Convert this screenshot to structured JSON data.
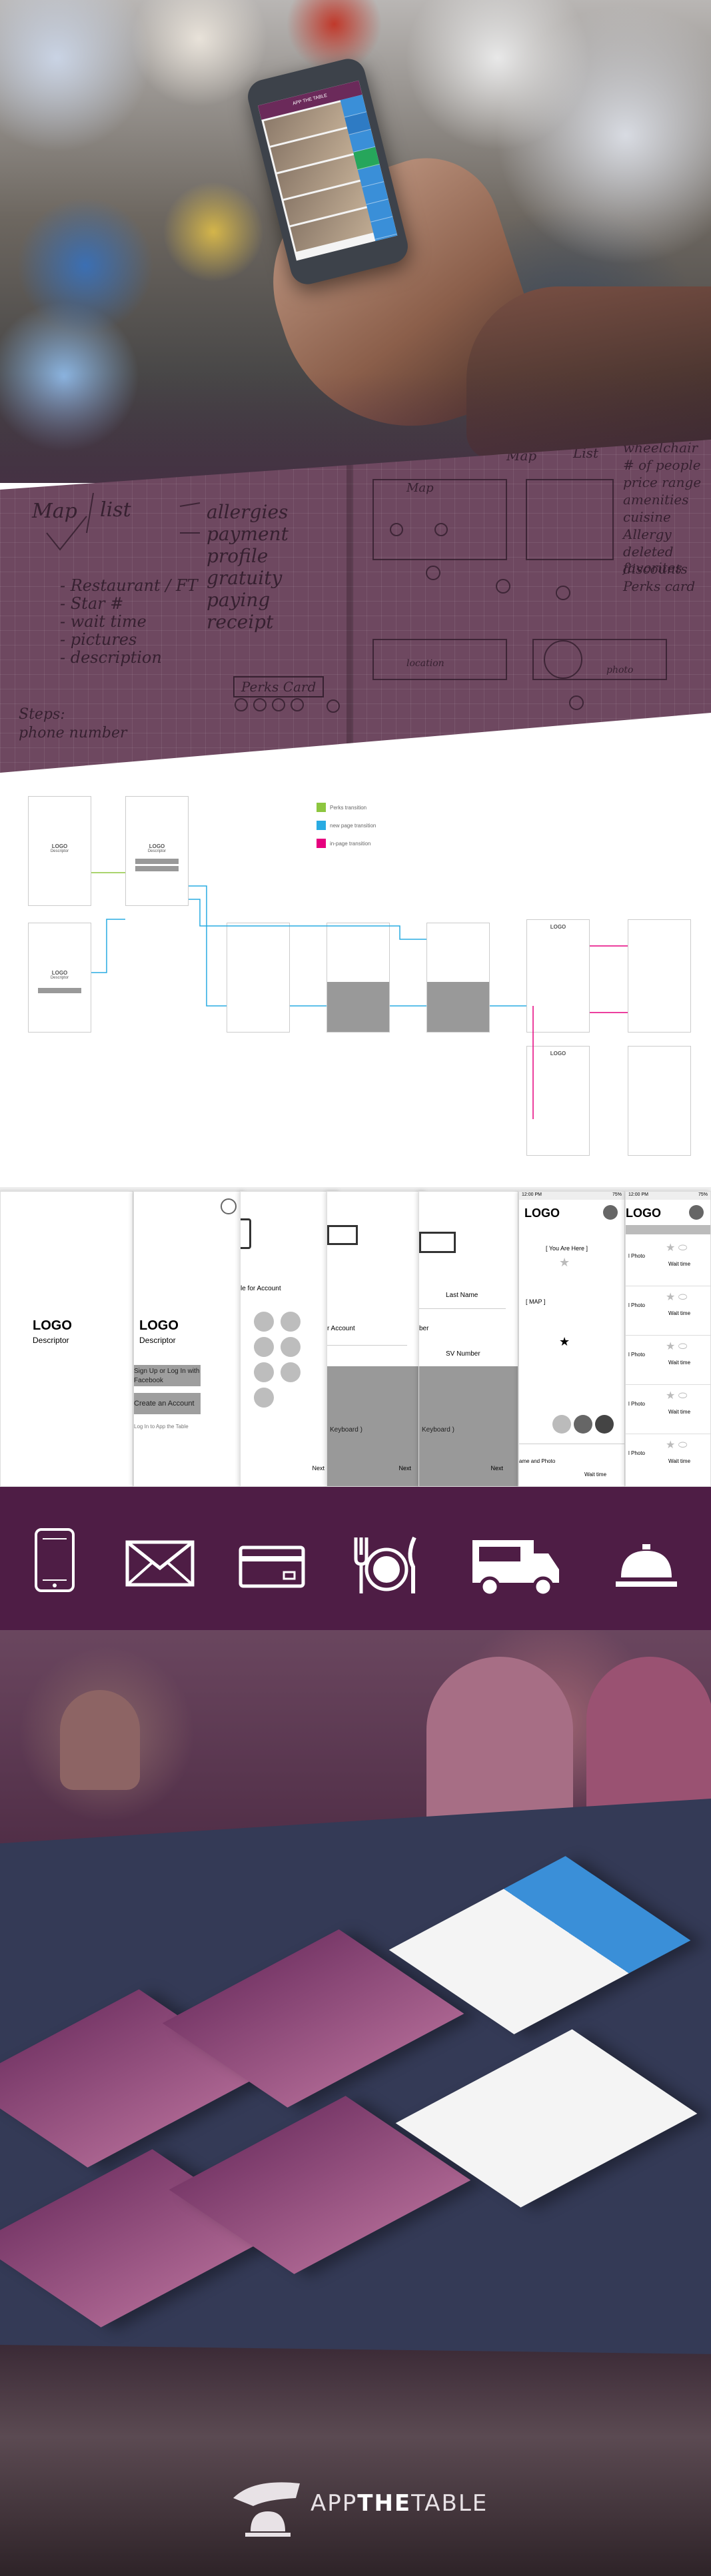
{
  "hero": {
    "phone_title": "APP THE TABLE"
  },
  "sketch": {
    "col1": [
      "Map",
      "list"
    ],
    "left_list": [
      "- Restaurant / FT",
      "- Star #",
      "- wait time",
      "- pictures",
      "- description"
    ],
    "mid_list": [
      "allergies",
      "payment",
      "profile",
      "gratuity",
      "paying",
      "receipt"
    ],
    "perks": "Perks Card",
    "steps": "Steps:",
    "phone": "phone number",
    "map_labels": [
      "Map",
      "List",
      "Map"
    ],
    "right_list": [
      "wheelchair",
      "# of people",
      "price range",
      "amenities",
      "cuisine",
      "Allergy",
      "deleted favorites",
      "discounts",
      "Perks card"
    ],
    "location": "location",
    "photo": "photo"
  },
  "flow": {
    "legend": [
      {
        "label": "Perks transition",
        "color": "#8dc63f"
      },
      {
        "label": "new page transition",
        "color": "#29abe2"
      },
      {
        "label": "in-page transition",
        "color": "#e6007e"
      }
    ],
    "logo": "LOGO",
    "descriptor": "Descriptor"
  },
  "screens": {
    "s1": {
      "logo": "LOGO",
      "desc": "Descriptor"
    },
    "s2": {
      "logo": "LOGO",
      "desc": "Descriptor",
      "btn1": "Sign Up or Log In with Facebook",
      "btn2": "Create an Account",
      "foot": "Log In to App the Table"
    },
    "s3": {
      "text": "le for Account",
      "next": "Next"
    },
    "s4": {
      "text": "r Account",
      "kb": "Keyboard )",
      "next": "Next"
    },
    "s5": {
      "last": "Last Name",
      "ber": "ber",
      "sv": "SV Number",
      "kb": "Keyboard )",
      "next": "Next"
    },
    "s6": {
      "status": "12:00 PM",
      "battery": "75%",
      "logo": "LOGO",
      "here": "[ You Are Here ]",
      "map": "[ MAP ]",
      "foot1": "ame and Photo",
      "wait": "Wait time"
    },
    "s7": {
      "status": "12:00 PM",
      "battery": "75%",
      "logo": "LOGO",
      "row_photo": "l Photo",
      "wait": "Wait time"
    }
  },
  "footer": {
    "brand_pre": "APP",
    "brand_mid": "THE",
    "brand_post": "TABLE"
  }
}
